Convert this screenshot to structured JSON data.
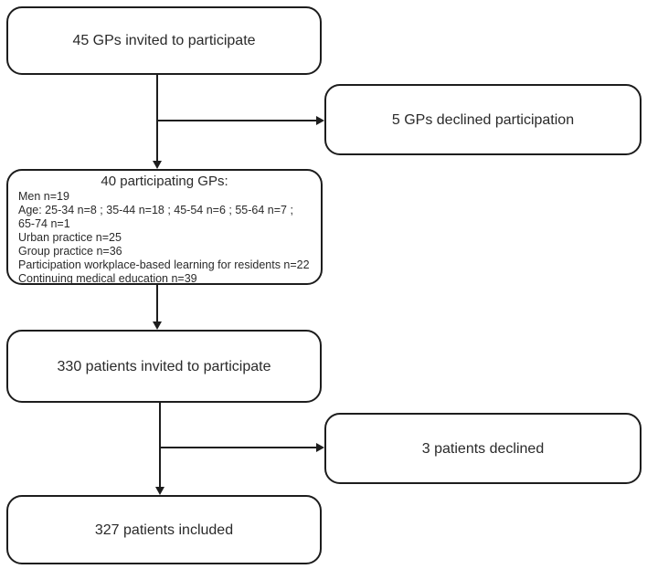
{
  "diagram": {
    "colors": {
      "line": "#1d1d1d",
      "text": "#2a2a2a",
      "background": "#ffffff"
    },
    "boxes": {
      "invited_gps": {
        "label": "45 GPs invited to participate"
      },
      "declined_gps": {
        "label": "5 GPs declined participation"
      },
      "participating_gps": {
        "title": "40 participating GPs:",
        "details": [
          "Men n=19",
          "Age: 25-34 n=8 ; 35-44 n=18 ; 45-54 n=6 ; 55-64 n=7 ;",
          "65-74 n=1",
          "Urban practice n=25",
          "Group practice n=36",
          "Participation workplace-based learning for residents n=22",
          "Continuing medical education n=39"
        ]
      },
      "invited_patients": {
        "label": "330 patients invited to participate"
      },
      "declined_patients": {
        "label": "3 patients declined"
      },
      "included_patients": {
        "label": "327 patients included"
      }
    }
  }
}
